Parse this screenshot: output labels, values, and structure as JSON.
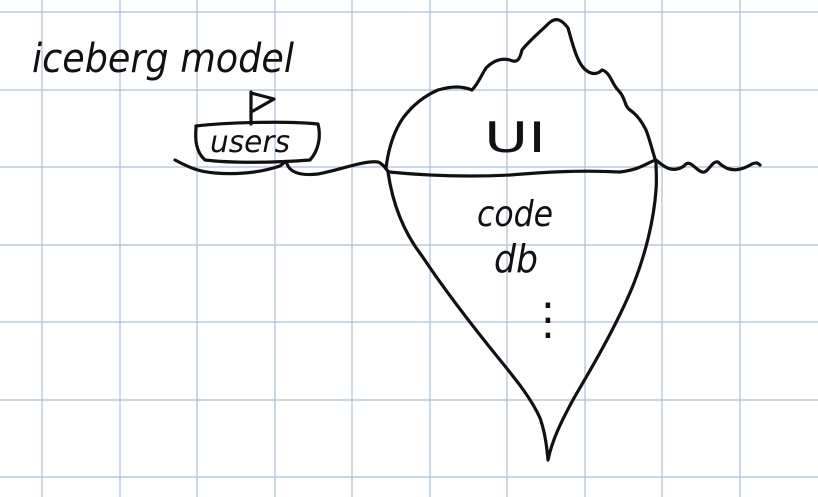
{
  "title": "iceberg model",
  "boat": {
    "label": "users"
  },
  "iceberg": {
    "above_water": [
      "UI"
    ],
    "below_water": [
      "code",
      "db"
    ],
    "continuation": "⋮"
  },
  "colors": {
    "ink": "#111111",
    "grid": "#a9bfd8",
    "paper": "#ffffff"
  }
}
